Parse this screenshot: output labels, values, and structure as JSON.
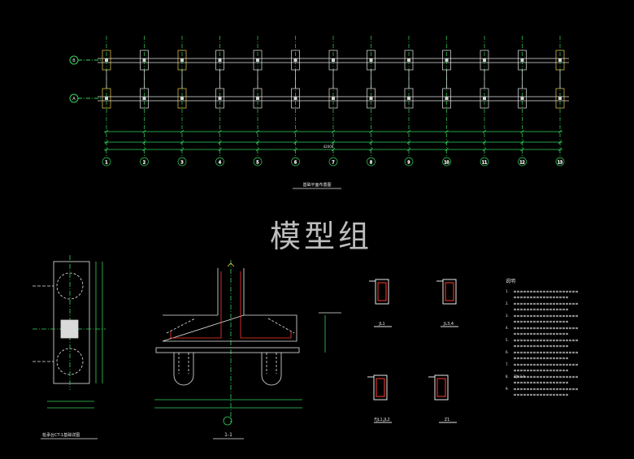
{
  "watermark": "模型组",
  "plan": {
    "title": "基础平面布置图",
    "row_labels": [
      "B",
      "A"
    ],
    "column_labels": [
      "1",
      "2",
      "3",
      "4",
      "5",
      "6",
      "7",
      "8",
      "9",
      "10",
      "11",
      "12",
      "13"
    ],
    "total_dim": "42000"
  },
  "pile_cap": {
    "title": "桩承台CT-1基础详图"
  },
  "section": {
    "title": "1-1"
  },
  "details": [
    {
      "label": "JL1"
    },
    {
      "label": "JL3,4"
    },
    {
      "label": "FJL1,JL2"
    },
    {
      "label": "Z1"
    }
  ],
  "notes": {
    "heading": "说明",
    "items": [
      "1.",
      "2.",
      "3.",
      "4.",
      "5.",
      "6.",
      "7.",
      "8.",
      "9."
    ],
    "code_line": "ZJY-2-A"
  },
  "colors": {
    "line": "#e6e6e6",
    "green": "#33d35a",
    "yellow": "#e8d44d",
    "red": "#ff3b30",
    "cyan": "#5fd0ff"
  }
}
